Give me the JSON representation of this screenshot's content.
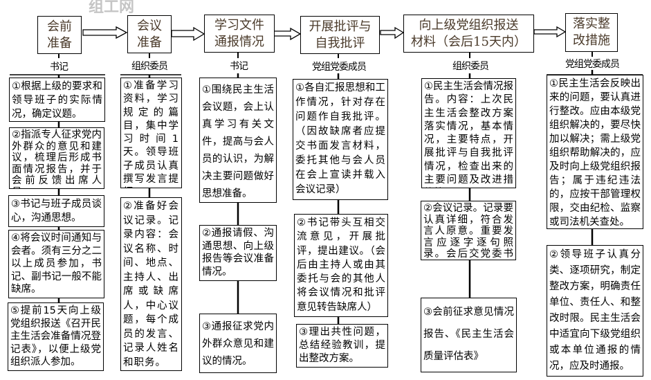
{
  "columns": [
    {
      "title": "会前\n准备",
      "role": "书记",
      "steps": [
        "①根据上级的要求和领导班子的实际情况，确定议题。",
        "②指派专人征求党内外群众的意见和建议，梳理后形成书面情况报告，并于会前反馈出席人员。",
        "③书记与班子成员谈心，沟通思想。",
        "④将会议时间通知与会者。须有三分之二以上成员参加，书记、副书记一般不能缺席。",
        "⑤提前15天向上级党组织报送《召开民主生活会准备情况登记表》，以便上级党组织派人参加。"
      ]
    },
    {
      "title": "会议\n准备",
      "role": "组织委员",
      "steps": [
        "①准备学习资料，学习规定的篇目，集中学习时间1天。领导班子成员认真撰写发言提纲。",
        "②准备好会议记录。记录内容：会议名称、时间、地点、主持人、出席或缺席人，中心议题，每个成员的发言、记录人姓名和职务。"
      ]
    },
    {
      "title": "学习文件\n通报情况",
      "role": "书记",
      "steps": [
        "①围绕民主生活会议题，会上认真学习有关文件，提高与会人员的认识，为解决主要问题做好思想准备。",
        "②通报请假、沟通思想、向上级报告等会议准备情况。",
        "③通报征求党内外群众意见和建议的情况。"
      ]
    },
    {
      "title": "开展批评与\n自我批评",
      "role": "党组党委成员",
      "steps": [
        "①各自汇报思想和工作情况，针对存在问题作自我批评。（因故缺席者应提交书面发言材料，委托其他与会人员在会上宣读并载入会议记录）",
        "②书记带头互相交流意见，开展批评，提出建议。（会后由主持人或由其委托与会的其他人将会议情况和批评意见转告缺席人）",
        "③理出共性问题，总结经验教训，提出整改方案。"
      ]
    },
    {
      "title": "向上级党组织报送\n材料（会后15天内）",
      "role": "组织委员",
      "steps": [
        "①民主生活会情况报告。内容：上次民主生活会整改方案落实情况，基本情况，主要特点，开展批评与自我批评情况，检查出来的主要问题及改进措施等。",
        "②会议记录。记录要认真详细，符合发言人原意。重要发言应逐字逐句照录。会后交党委书记审核。",
        "③会前征求意见情况报告、《民主生活会质量评估表》"
      ]
    },
    {
      "title": "落实整\n改措施",
      "role": "党组党委成员",
      "steps": [
        "①民主生活会反映出来的问题，要认真进行整改。应由本级党组织解决的，要尽快加以解决；需上级党组织帮助解决的，应及时向上级党组织报告；属于违纪违法的，应按干部管理权限，交由纪检、监察或司法机关查处。",
        "②领导班子认真分类、逐项研究，制定整改方案，明确责任单位、责任人、和整改时限。民主生活会中适宜向下级党组织或本单位通报的情况，应及时通报。"
      ]
    }
  ],
  "watermark": "组工网"
}
